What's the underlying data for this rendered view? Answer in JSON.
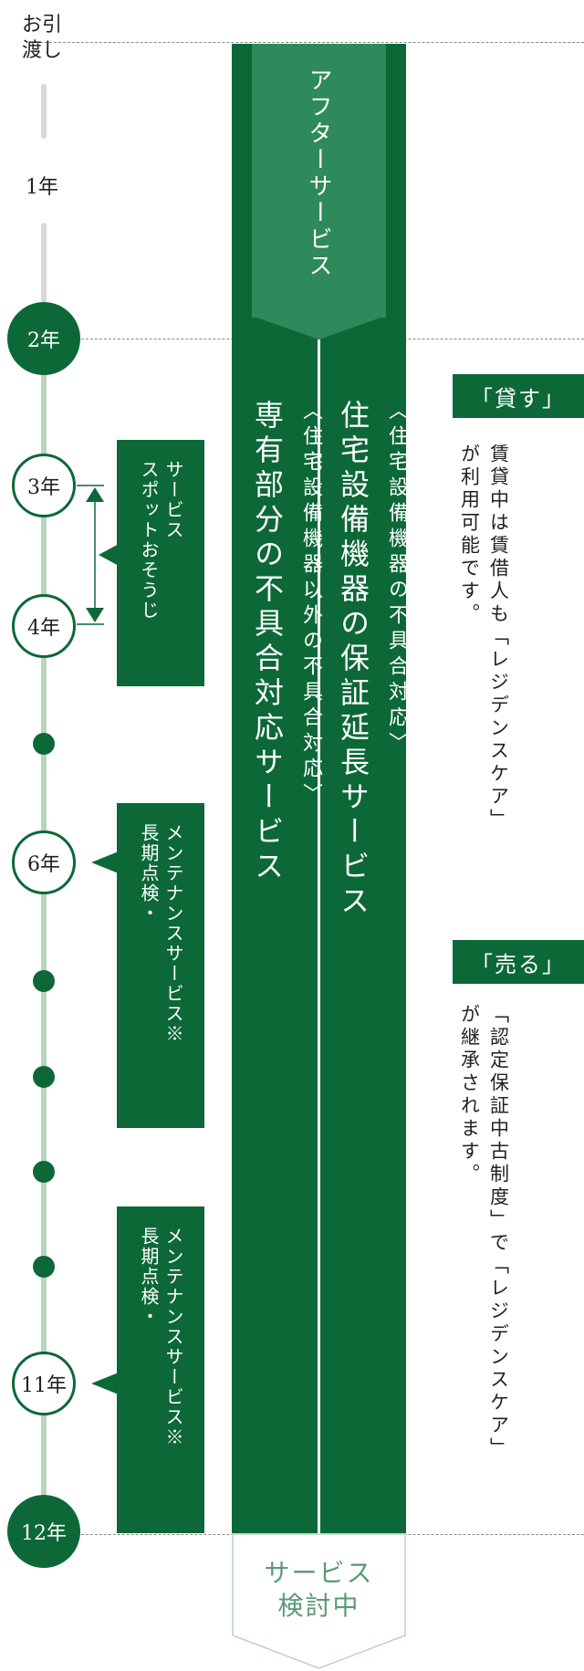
{
  "timeline": {
    "handover_label": "お引\n渡し",
    "year1_label": "1年",
    "milestones": {
      "y2": "2年",
      "y3": "3年",
      "y4": "4年",
      "y6": "6年",
      "y11": "11年",
      "y12": "12年"
    }
  },
  "boxes": {
    "spot_cleaning": {
      "line1": "スポットおそうじ",
      "line2": "サービス"
    },
    "maintenance_6": {
      "line1": "長期点検・",
      "line2": "メンテナンスサービス※"
    },
    "maintenance_11": {
      "line1": "長期点検・",
      "line2": "メンテナンスサービス※"
    }
  },
  "services": {
    "after_service": "アフターサービス",
    "equipment_sub": "〈住宅設備機器の不具合対応〉",
    "equipment_main": "住宅設備機器の保証延長サービス",
    "other_sub": "〈住宅設備機器以外の不具合対応〉",
    "other_main": "専有部分の不具合対応サービス",
    "tbd": "サービス\n検討中"
  },
  "right": {
    "lend": {
      "button": "「貸す」",
      "col1": "賃貸中は賃借人も「レジデンスケア」",
      "col2": "が利用可能です。"
    },
    "sell": {
      "button": "「売る」",
      "col1": "「認定保証中古制度」で「レジデンスケア」",
      "col2": "が継承されます。"
    }
  },
  "colors": {
    "dark_green": "#0d6838",
    "mid_green": "#2e8a5a",
    "light_green": "#b9d3bf",
    "tbd_text": "#5a9a76"
  }
}
